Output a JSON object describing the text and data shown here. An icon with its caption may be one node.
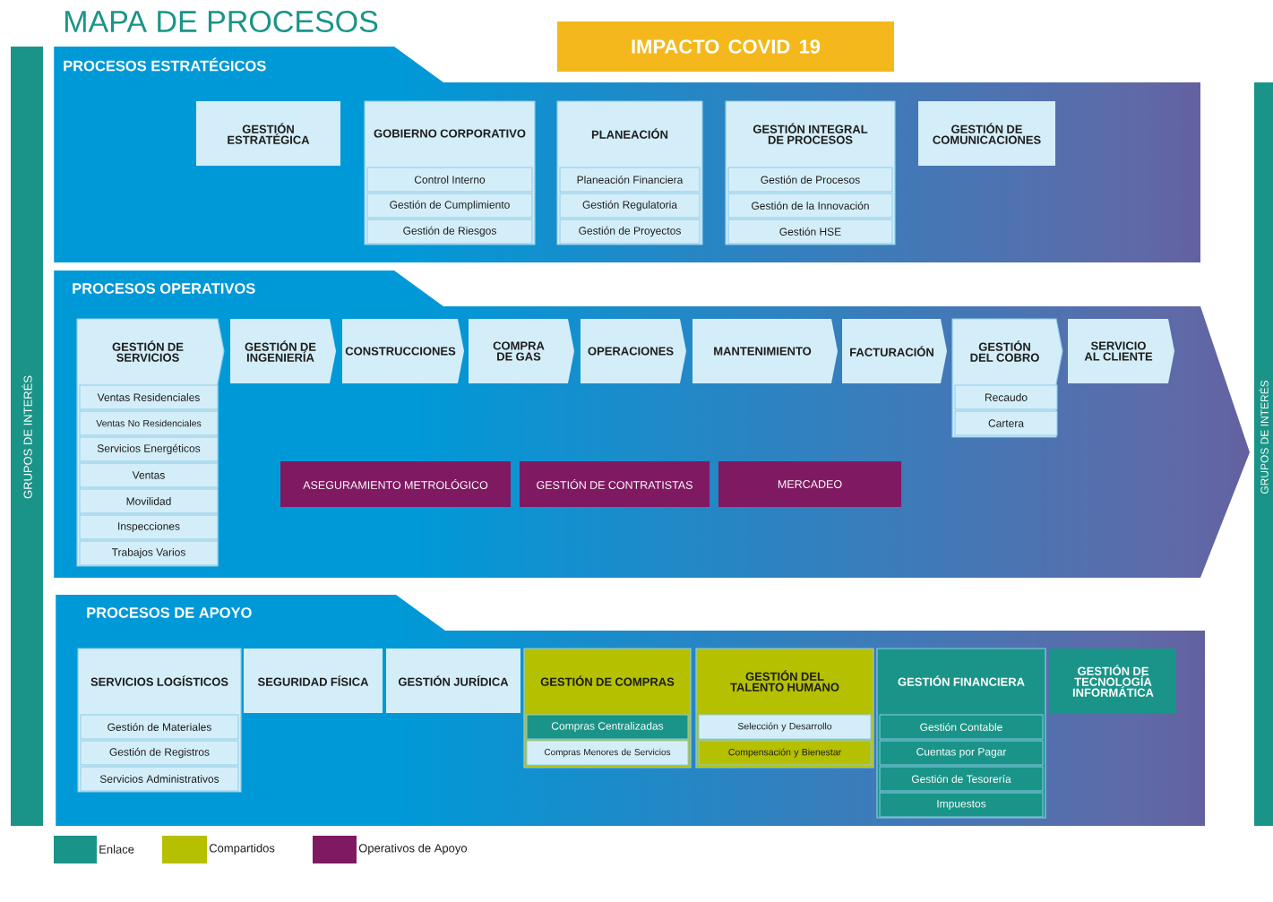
{
  "diagram": {
    "title": "MAPA DE PROCESOS",
    "nodes": [
      {
        "text": [
          "GRUPOS DE INTERÉS"
        ]
      },
      {
        "text": [
          "IMPACTO COVID 19"
        ]
      },
      {
        "text": [
          "PROCESOS ESTRATÉGICOS"
        ]
      },
      {
        "text": [
          "GESTIÓN ESTRATÉGICA"
        ],
        "in": 2
      },
      {
        "text": [
          "GOBIERNO CORPORATIVO"
        ],
        "in": 2
      },
      {
        "text": [
          "Control Interno"
        ],
        "in": 4
      },
      {
        "text": [
          "Gestión de Cumplimiento"
        ],
        "in": 4
      },
      {
        "text": [
          "Gestión de Riesgos"
        ],
        "in": 4
      },
      {
        "text": [
          "PLANEACIÓN"
        ],
        "in": 2
      },
      {
        "text": [
          "Planeación Financiera"
        ],
        "in": 8
      },
      {
        "text": [
          "Gestión Regulatoria"
        ],
        "in": 8
      },
      {
        "text": [
          "Gestión de Proyectos"
        ],
        "in": 8
      },
      {
        "text": [
          "GESTIÓN INTEGRAL DE PROCESOS"
        ],
        "in": 2
      },
      {
        "text": [
          "Gestión de Procesos"
        ],
        "in": 12
      },
      {
        "text": [
          "Gestión de la Innovación"
        ],
        "in": 12
      },
      {
        "text": [
          "Gestión HSE"
        ],
        "in": 12
      },
      {
        "text": [
          "GESTIÓN DE COMUNICACIONES"
        ],
        "in": 2
      },
      {
        "text": [
          "PROCESOS OPERATIVOS"
        ]
      },
      {
        "text": [
          "GESTIÓN DE SERVICIOS"
        ],
        "in": 17
      },
      {
        "text": [
          "Ventas Residenciales"
        ],
        "in": 18
      },
      {
        "text": [
          "Ventas No Residenciales"
        ],
        "in": 18
      },
      {
        "text": [
          "Servicios Energéticos"
        ],
        "in": 18
      },
      {
        "text": [
          "Ventas"
        ],
        "in": 18
      },
      {
        "text": [
          "Movilidad"
        ],
        "in": 18
      },
      {
        "text": [
          "Inspecciones"
        ],
        "in": 18
      },
      {
        "text": [
          "Trabajos Varios"
        ],
        "in": 18
      },
      {
        "text": [
          "GESTIÓN DE INGENIERÍA"
        ],
        "in": 17
      },
      {
        "text": [
          "CONSTRUCCIONES"
        ],
        "in": 17
      },
      {
        "text": [
          "COMPRA DE GAS"
        ],
        "in": 17
      },
      {
        "text": [
          "OPERACIONES"
        ],
        "in": 17
      },
      {
        "text": [
          "MANTENIMIENTO"
        ],
        "in": 17
      },
      {
        "text": [
          "FACTURACIÓN"
        ],
        "in": 17
      },
      {
        "text": [
          "GESTIÓN DEL COBRO"
        ],
        "in": 17
      },
      {
        "text": [
          "Recaudo"
        ],
        "in": 32
      },
      {
        "text": [
          "Cartera"
        ],
        "in": 32
      },
      {
        "text": [
          "SERVICIO AL CLIENTE"
        ],
        "in": 17
      },
      {
        "text": [
          "ASEGURAMIENTO METROLÓGICO"
        ],
        "in": 17
      },
      {
        "text": [
          "GESTIÓN DE CONTRATISTAS"
        ],
        "in": 17
      },
      {
        "text": [
          "MERCADEO"
        ],
        "in": 17
      },
      {
        "text": [
          "PROCESOS DE APOYO"
        ]
      },
      {
        "text": [
          "SERVICIOS LOGÍSTICOS"
        ],
        "in": 39
      },
      {
        "text": [
          "Gestión de Materiales"
        ],
        "in": 40
      },
      {
        "text": [
          "Gestión de Registros"
        ],
        "in": 40
      },
      {
        "text": [
          "Servicios Administrativos"
        ],
        "in": 40
      },
      {
        "text": [
          "SEGURIDAD FÍSICA"
        ],
        "in": 39
      },
      {
        "text": [
          "GESTIÓN JURÍDICA"
        ],
        "in": 39
      },
      {
        "text": [
          "GESTIÓN DE COMPRAS"
        ],
        "in": 39
      },
      {
        "text": [
          "Compras Centralizadas"
        ],
        "in": 46
      },
      {
        "text": [
          "Compras Menores de Servicios"
        ],
        "in": 46
      },
      {
        "text": [
          "GESTIÓN DEL TALENTO HUMANO"
        ],
        "in": 39
      },
      {
        "text": [
          "Selección y Desarrollo"
        ],
        "in": 49
      },
      {
        "text": [
          "Compensación y Bienestar"
        ],
        "in": 49
      },
      {
        "text": [
          "GESTIÓN FINANCIERA"
        ],
        "in": 39
      },
      {
        "text": [
          "Gestión Contable"
        ],
        "in": 52
      },
      {
        "text": [
          "Cuentas por Pagar"
        ],
        "in": 52
      },
      {
        "text": [
          "Gestión de Tesorería"
        ],
        "in": 52
      },
      {
        "text": [
          "Impuestos"
        ],
        "in": 52
      },
      {
        "text": [
          "GESTIÓN DE TECNOLOGÍA INFORMÁTICA"
        ],
        "in": 39
      },
      {
        "text": [
          "GRUPOS DE INTERÉS"
        ]
      }
    ],
    "legend": [
      {
        "text": "Enlace",
        "color": "#1a9488"
      },
      {
        "text": "Compartidos",
        "color": "#b5c000"
      },
      {
        "text": "Operativos de Apoyo",
        "color": "#7f1a62"
      }
    ]
  }
}
